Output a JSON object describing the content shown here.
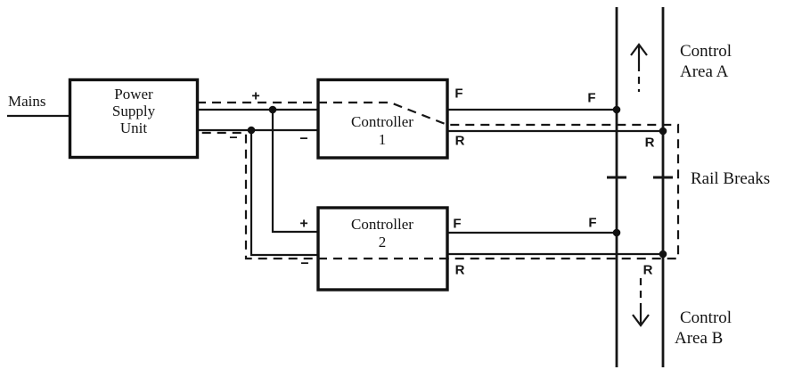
{
  "diagram": {
    "title_implicit": "Two-controller cab control wiring diagram",
    "mains_label": "Mains",
    "psu": {
      "line1": "Power",
      "line2": "Supply",
      "line3": "Unit"
    },
    "controller1": {
      "line1": "Controller",
      "line2": "1"
    },
    "controller2": {
      "line1": "Controller",
      "line2": "2"
    },
    "terminals": {
      "plus": "+",
      "minus": "−",
      "forward": "F",
      "reverse": "R"
    },
    "annotations": {
      "control_area_a_line1": "Control",
      "control_area_a_line2": "Area A",
      "control_area_b_line1": "Control",
      "control_area_b_line2": "Area B",
      "rail_breaks": "Rail Breaks"
    },
    "colors": {
      "ink": "#161616",
      "background": "#ffffff"
    }
  }
}
